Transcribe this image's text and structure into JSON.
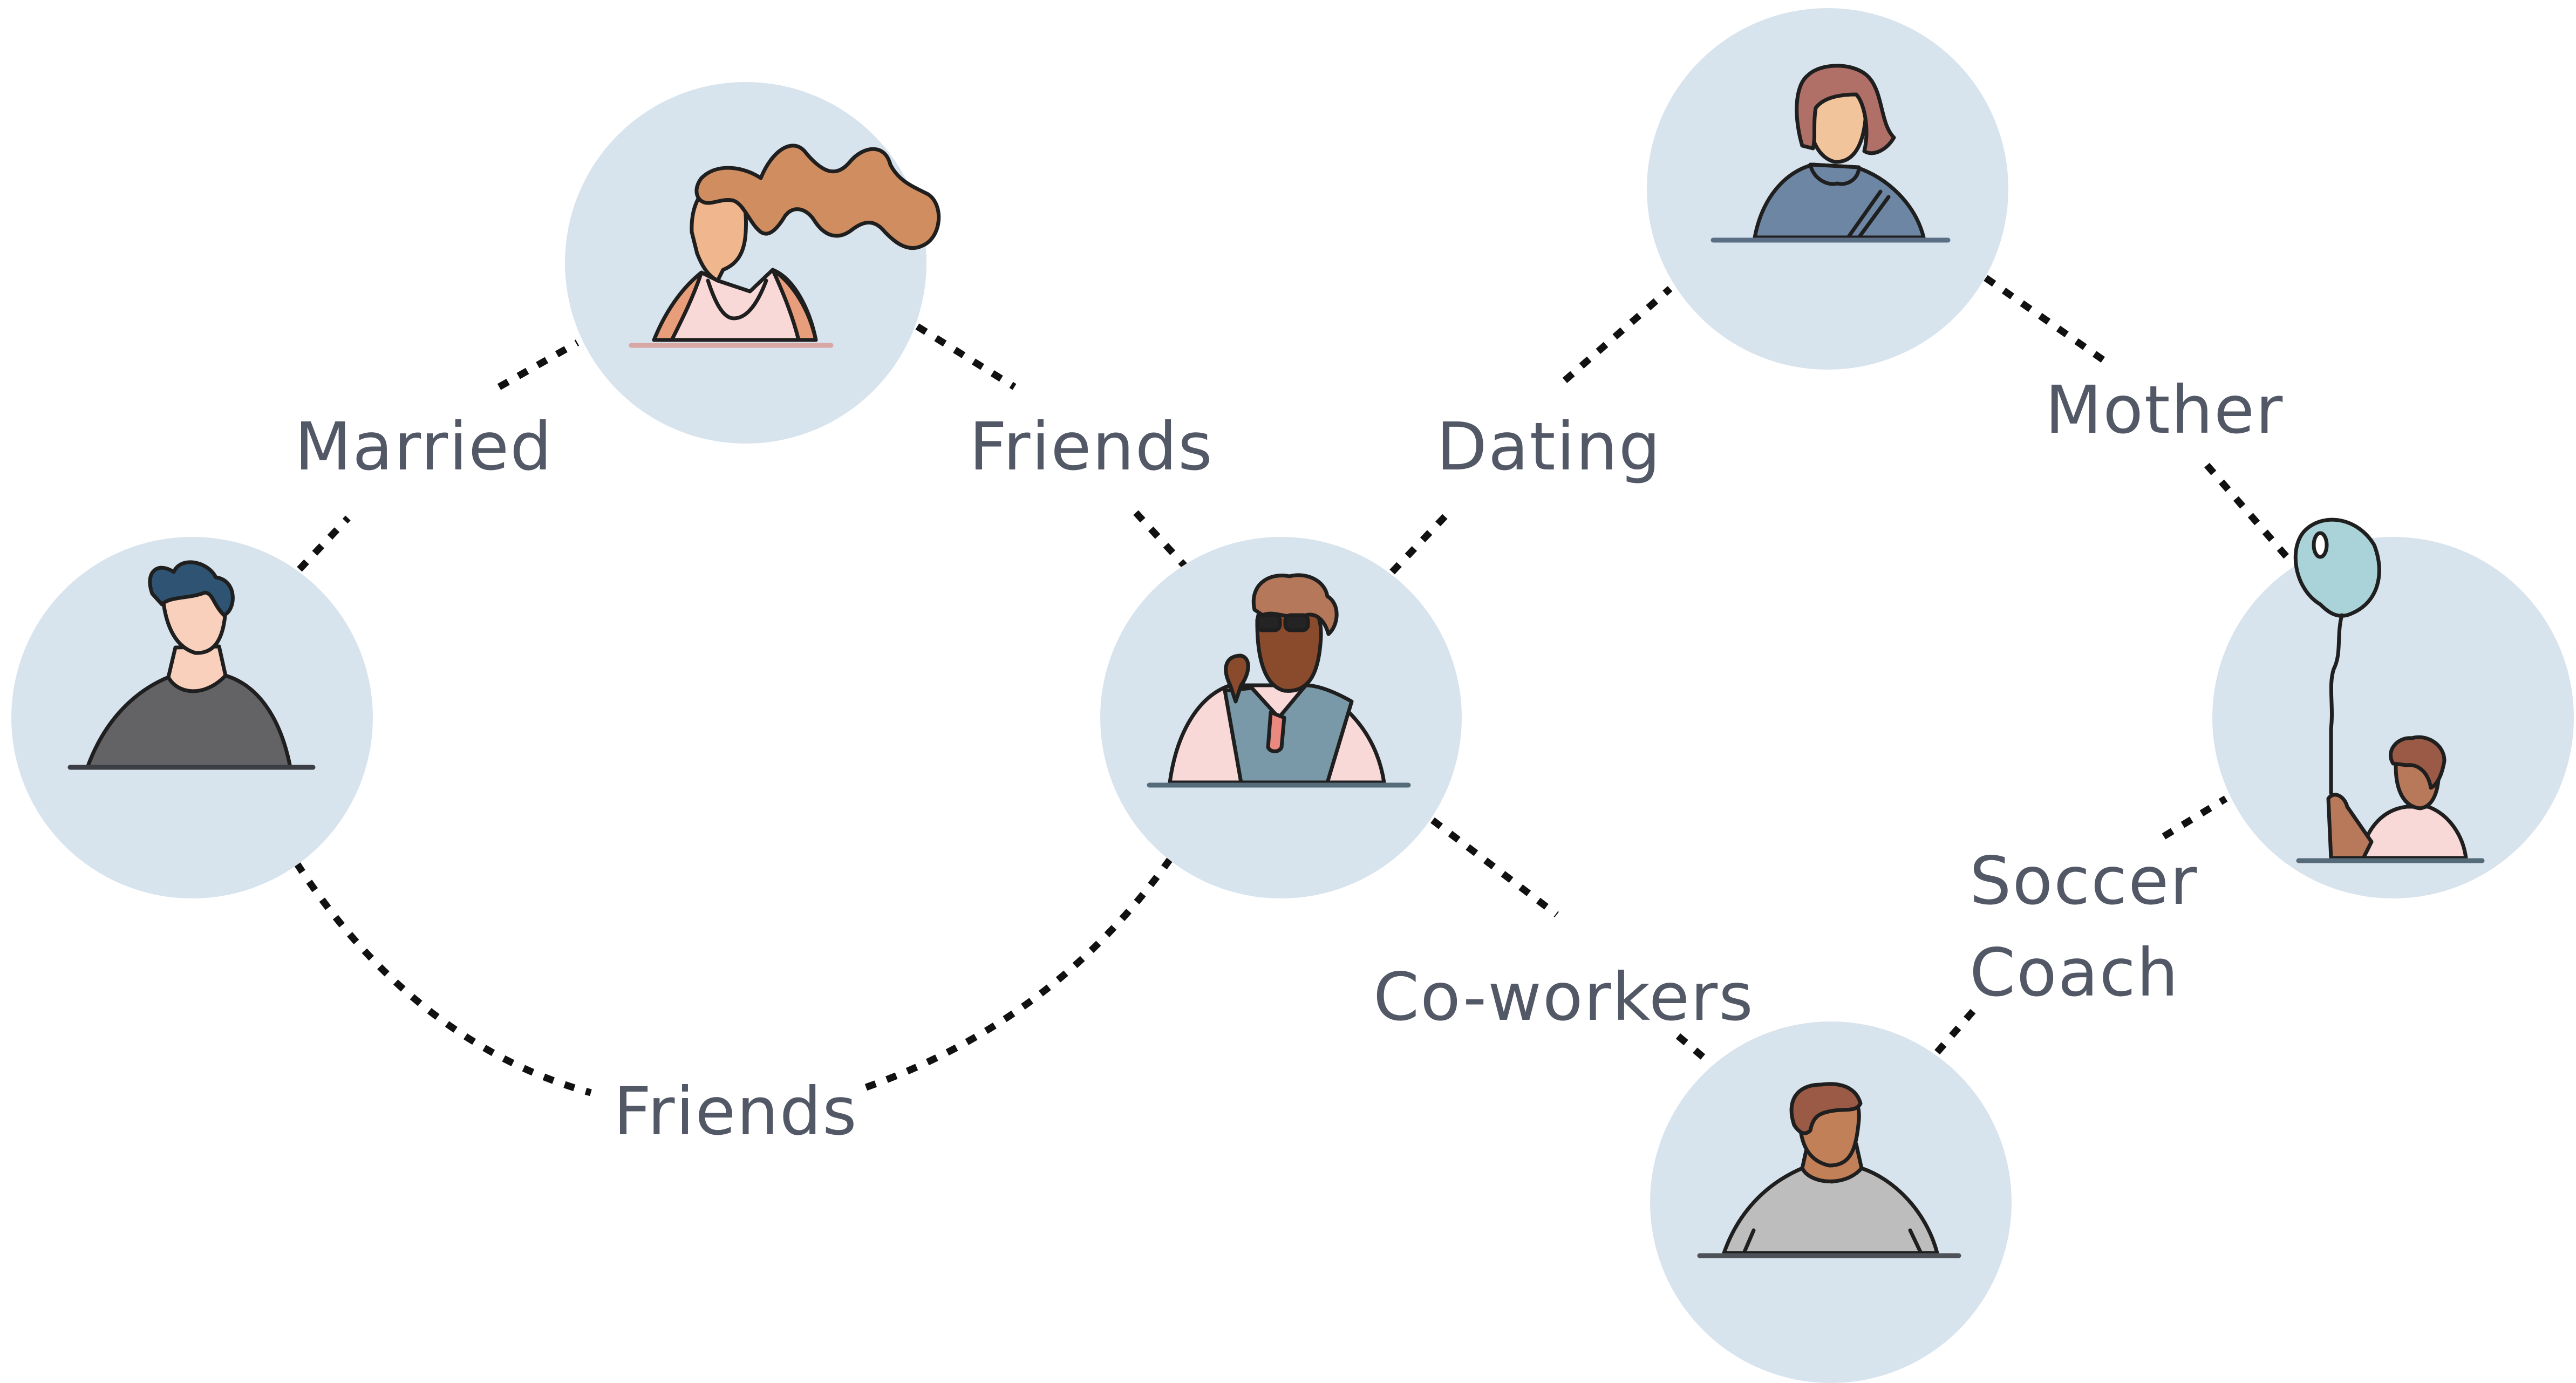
{
  "diagram": {
    "type": "relationship-network",
    "colors": {
      "node_fill": "#d7e3ed",
      "edge": "#111111",
      "label_text": "#525866"
    },
    "nodes": [
      {
        "id": "man-gray-shirt",
        "icon": "man-in-gray-shirt-avatar"
      },
      {
        "id": "woman-ponytail",
        "icon": "woman-with-ponytail-avatar"
      },
      {
        "id": "man-glasses",
        "icon": "man-with-glasses-and-vest-avatar"
      },
      {
        "id": "woman-backpack",
        "icon": "woman-with-backpack-avatar"
      },
      {
        "id": "child-balloon",
        "icon": "child-holding-balloon-avatar"
      },
      {
        "id": "man-light-sweater",
        "icon": "man-in-light-gray-sweater-avatar"
      }
    ],
    "edges": [
      {
        "from": "man-gray-shirt",
        "to": "woman-ponytail",
        "label": "Married"
      },
      {
        "from": "woman-ponytail",
        "to": "man-glasses",
        "label": "Friends"
      },
      {
        "from": "man-gray-shirt",
        "to": "man-glasses",
        "label": "Friends"
      },
      {
        "from": "man-glasses",
        "to": "woman-backpack",
        "label": "Dating"
      },
      {
        "from": "woman-backpack",
        "to": "child-balloon",
        "label": "Mother"
      },
      {
        "from": "man-glasses",
        "to": "man-light-sweater",
        "label": "Co-workers"
      },
      {
        "from": "child-balloon",
        "to": "man-light-sweater",
        "label_lines": [
          "Soccer",
          "Coach"
        ]
      }
    ]
  }
}
